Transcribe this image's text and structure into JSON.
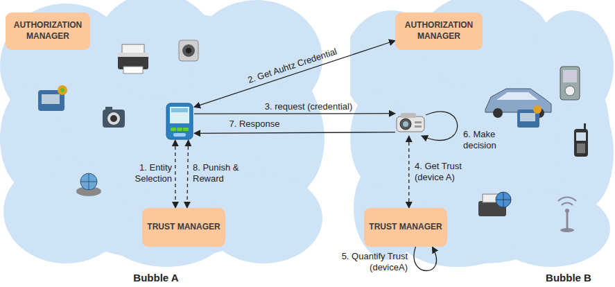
{
  "diagram": {
    "nodes": [
      {
        "text": [
          "Bubble A"
        ]
      },
      {
        "text": [
          "AUTHORIZATION MANAGER"
        ],
        "in": 0
      },
      {
        "text": [],
        "in": 0
      },
      {
        "text": [
          "TRUST MANAGER"
        ],
        "in": 0
      },
      {
        "text": [
          "Bubble B"
        ]
      },
      {
        "text": [
          "AUTHORIZATION MANAGER"
        ],
        "in": 4
      },
      {
        "text": [],
        "in": 4
      },
      {
        "text": [
          "TRUST MANAGER"
        ],
        "in": 4
      }
    ],
    "edges": [
      {
        "from": 2,
        "to": 5,
        "label": "2. Get Auhtz Credential",
        "arrow": "both"
      },
      {
        "from": 2,
        "to": 6,
        "label": "3. request (credential)",
        "arrow": "to"
      },
      {
        "from": 6,
        "to": 2,
        "label": "7. Response",
        "arrow": "to"
      },
      {
        "from": 2,
        "to": 3,
        "label": "1. Entity Selection",
        "arrow": "both"
      },
      {
        "from": 2,
        "to": 3,
        "label": "8. Punish & Reward",
        "arrow": "both"
      },
      {
        "from": 6,
        "to": 7,
        "label": "4. Get Trust (device A)",
        "arrow": "both"
      },
      {
        "from": 6,
        "to": 6,
        "label": "6. Make decision",
        "arrow": "to"
      },
      {
        "from": 7,
        "to": 7,
        "label": "5. Quantify Trust (deviceA)",
        "arrow": "to"
      }
    ]
  }
}
